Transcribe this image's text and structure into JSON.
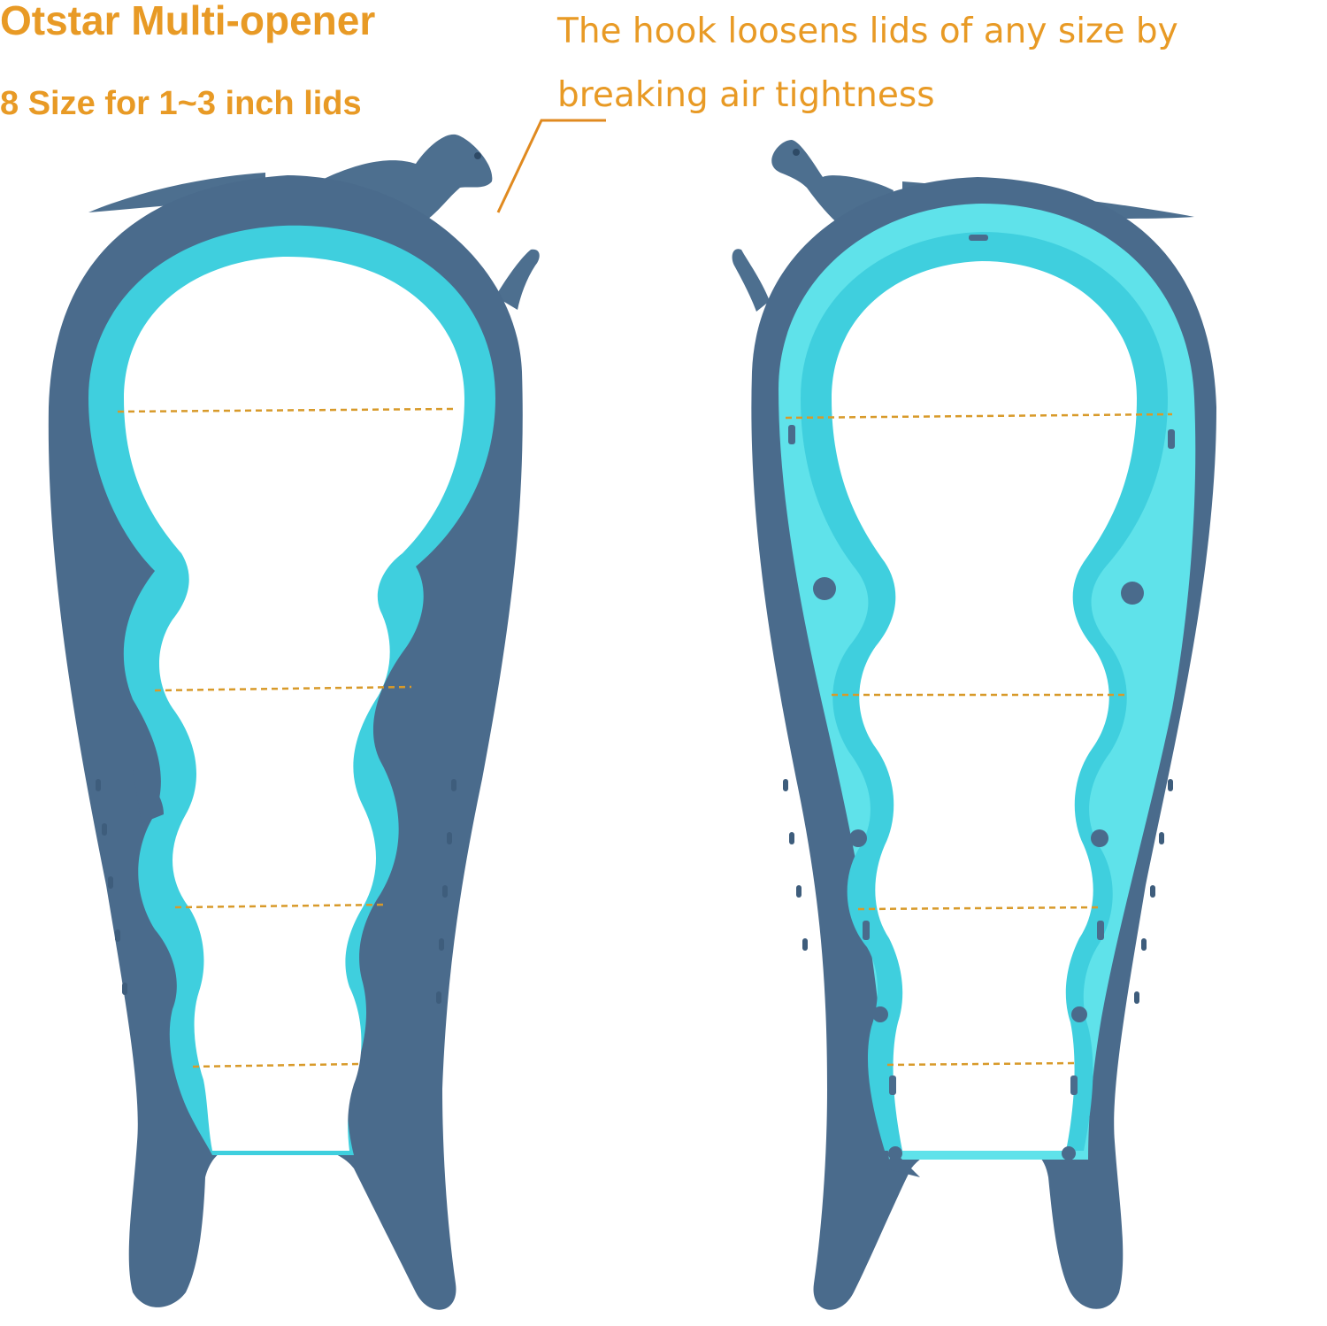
{
  "heading": {
    "title": "Otstar Multi-opener",
    "subtitle": "8 Size for 1~3 inch lids"
  },
  "callout": {
    "line1": "The hook loosens lids of any size by",
    "line2": "breaking air tightness"
  },
  "colors": {
    "text_accent": "#e89a25",
    "body_dark": "#4a6a8a",
    "insert_cyan": "#3fd0df",
    "insert_cyan_light": "#5fe3ea",
    "guide_line": "#d89a2a"
  }
}
